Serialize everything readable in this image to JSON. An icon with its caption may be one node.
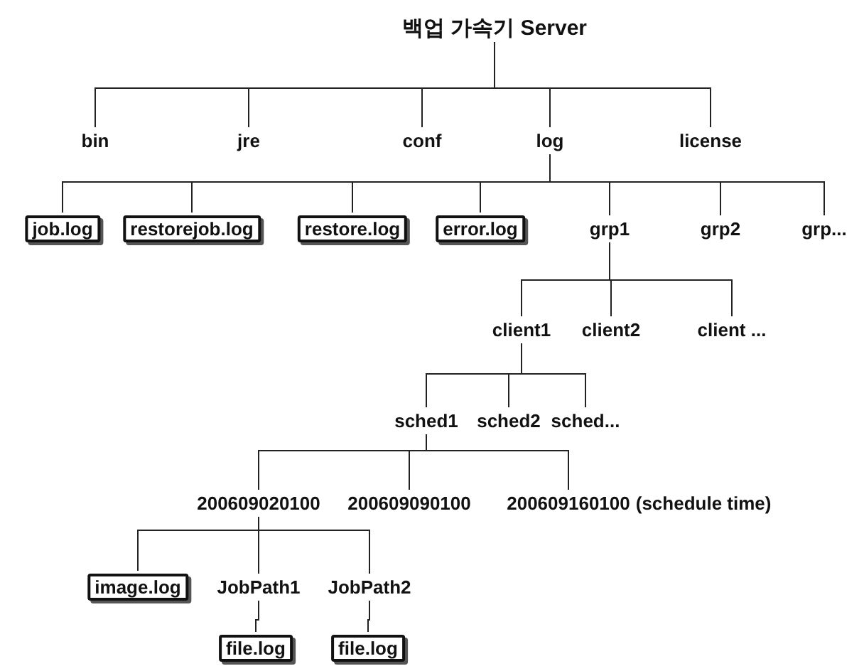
{
  "diagram": {
    "nodes": [
      {
        "text": [
          "백업 가속기 Server"
        ]
      },
      {
        "text": [
          "bin"
        ]
      },
      {
        "text": [
          "jre"
        ]
      },
      {
        "text": [
          "conf"
        ]
      },
      {
        "text": [
          "log"
        ]
      },
      {
        "text": [
          "license"
        ]
      },
      {
        "text": [
          "job.log"
        ]
      },
      {
        "text": [
          "restorejob.log"
        ]
      },
      {
        "text": [
          "restore.log"
        ]
      },
      {
        "text": [
          "error.log"
        ]
      },
      {
        "text": [
          "grp1"
        ]
      },
      {
        "text": [
          "grp2"
        ]
      },
      {
        "text": [
          "grp..."
        ]
      },
      {
        "text": [
          "client1"
        ]
      },
      {
        "text": [
          "client2"
        ]
      },
      {
        "text": [
          "client ..."
        ]
      },
      {
        "text": [
          "sched1"
        ]
      },
      {
        "text": [
          "sched2"
        ]
      },
      {
        "text": [
          "sched..."
        ]
      },
      {
        "text": [
          "200609020100"
        ]
      },
      {
        "text": [
          "200609090100"
        ]
      },
      {
        "text": [
          "200609160100"
        ],
        "beside": [
          "(schedule time)"
        ]
      },
      {
        "text": [
          "image.log"
        ]
      },
      {
        "text": [
          "JobPath1"
        ]
      },
      {
        "text": [
          "JobPath2"
        ]
      },
      {
        "text": [
          "file.log"
        ]
      },
      {
        "text": [
          "file.log"
        ]
      }
    ],
    "edges": [
      {
        "from": 0,
        "to": 1,
        "arrow": "none"
      },
      {
        "from": 0,
        "to": 2,
        "arrow": "none"
      },
      {
        "from": 0,
        "to": 3,
        "arrow": "none"
      },
      {
        "from": 0,
        "to": 4,
        "arrow": "none"
      },
      {
        "from": 0,
        "to": 5,
        "arrow": "none"
      },
      {
        "from": 4,
        "to": 6,
        "arrow": "none"
      },
      {
        "from": 4,
        "to": 7,
        "arrow": "none"
      },
      {
        "from": 4,
        "to": 8,
        "arrow": "none"
      },
      {
        "from": 4,
        "to": 9,
        "arrow": "none"
      },
      {
        "from": 4,
        "to": 10,
        "arrow": "none"
      },
      {
        "from": 4,
        "to": 11,
        "arrow": "none"
      },
      {
        "from": 4,
        "to": 12,
        "arrow": "none"
      },
      {
        "from": 10,
        "to": 13,
        "arrow": "none"
      },
      {
        "from": 10,
        "to": 14,
        "arrow": "none"
      },
      {
        "from": 10,
        "to": 15,
        "arrow": "none"
      },
      {
        "from": 13,
        "to": 16,
        "arrow": "none"
      },
      {
        "from": 13,
        "to": 17,
        "arrow": "none"
      },
      {
        "from": 13,
        "to": 18,
        "arrow": "none"
      },
      {
        "from": 16,
        "to": 19,
        "arrow": "none"
      },
      {
        "from": 16,
        "to": 20,
        "arrow": "none"
      },
      {
        "from": 16,
        "to": 21,
        "arrow": "none"
      },
      {
        "from": 19,
        "to": 22,
        "arrow": "none"
      },
      {
        "from": 19,
        "to": 23,
        "arrow": "none"
      },
      {
        "from": 19,
        "to": 24,
        "arrow": "none"
      },
      {
        "from": 23,
        "to": 25,
        "arrow": "none"
      },
      {
        "from": 24,
        "to": 26,
        "arrow": "none"
      }
    ]
  }
}
